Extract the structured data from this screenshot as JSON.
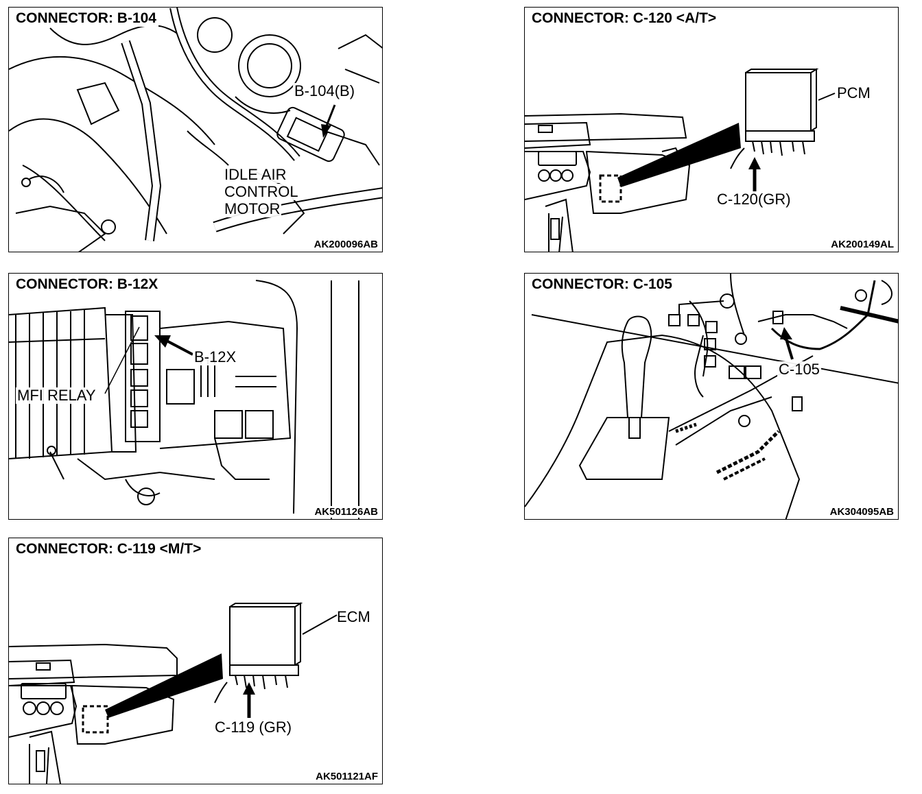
{
  "panels": {
    "b104": {
      "title": "CONNECTOR: B-104",
      "code": "AK200096AB",
      "labels": {
        "connector": "B-104(B)",
        "component_line1": "IDLE AIR",
        "component_line2": "CONTROL",
        "component_line3": "MOTOR"
      }
    },
    "c120": {
      "title": "CONNECTOR: C-120 <A/T>",
      "code": "AK200149AL",
      "labels": {
        "module": "PCM",
        "connector": "C-120(GR)"
      }
    },
    "b12x": {
      "title": "CONNECTOR: B-12X",
      "code": "AK501126AB",
      "labels": {
        "connector": "B-12X",
        "relay": "MFI RELAY"
      }
    },
    "c105": {
      "title": "CONNECTOR: C-105",
      "code": "AK304095AB",
      "labels": {
        "connector": "C-105"
      }
    },
    "c119": {
      "title": "CONNECTOR: C-119 <M/T>",
      "code": "AK501121AF",
      "labels": {
        "module": "ECM",
        "connector": "C-119 (GR)"
      }
    }
  },
  "colors": {
    "line": "#000000",
    "background": "#ffffff"
  }
}
